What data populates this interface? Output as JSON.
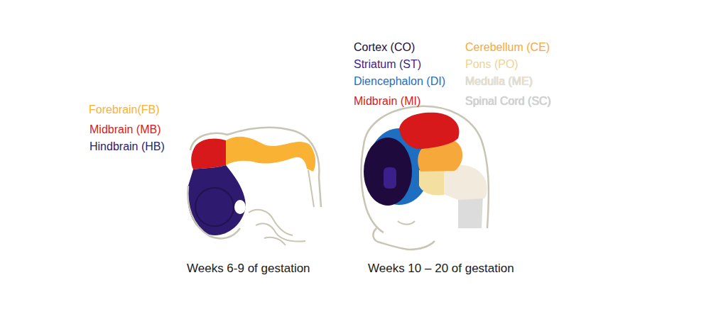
{
  "diagram": {
    "labels": [
      "Weeks 6-9 of gestation",
      "Weeks 10 – 20 of gestation"
    ],
    "legend": [
      {
        "text": "Forebrain(FB)",
        "color": "#F9B233"
      },
      {
        "text": "Midbrain (MB)",
        "color": "#D7191C"
      },
      {
        "text": "Hindbrain (HB)",
        "color": "#2E1A6E"
      },
      {
        "text": "Cortex (CO)",
        "color": "#1E0A3C"
      },
      {
        "text": "Striatum (ST)",
        "color": "#3B1F8A"
      },
      {
        "text": "Diencephalon (DI)",
        "color": "#1E6FC1"
      },
      {
        "text": "Midbrain (MI)",
        "color": "#D7191C"
      },
      {
        "text": "Cerebellum (CE)",
        "color": "#F7A83A"
      },
      {
        "text": "Pons (PO)",
        "color": "#EBD595"
      },
      {
        "text": "Medulla (ME)",
        "color": "#EDE3D0"
      },
      {
        "text": "Spinal Cord (SC)",
        "color": "#D3D3D3"
      }
    ]
  }
}
